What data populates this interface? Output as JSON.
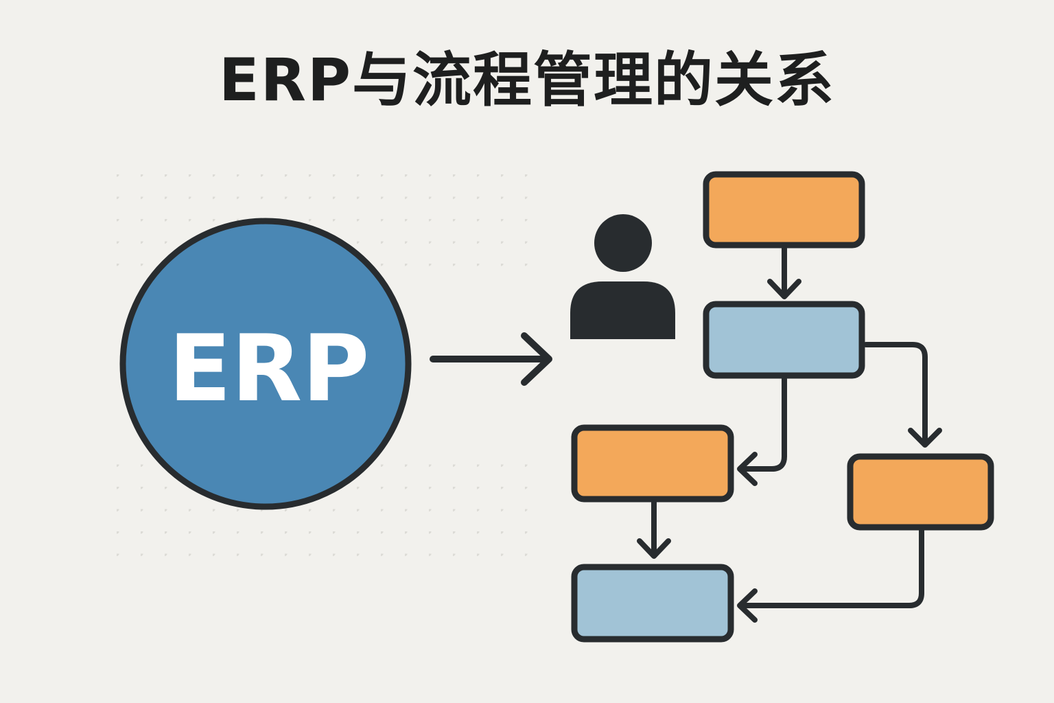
{
  "title": "ERP与流程管理的关系",
  "erp": {
    "label": "ERP",
    "fill_color": "#4a87b4"
  },
  "icons": {
    "user": "user-icon",
    "arrow": "arrow-right-icon"
  },
  "colors": {
    "background": "#f2f1ed",
    "outline": "#282c2f",
    "orange_box": "#f3a85a",
    "blue_box": "#a1c3d6",
    "dots": "#dcdbd6"
  },
  "flowchart": {
    "boxes": [
      {
        "id": "box-1",
        "color": "orange"
      },
      {
        "id": "box-2",
        "color": "blue"
      },
      {
        "id": "box-3",
        "color": "orange"
      },
      {
        "id": "box-4",
        "color": "orange"
      },
      {
        "id": "box-5",
        "color": "blue"
      }
    ]
  }
}
